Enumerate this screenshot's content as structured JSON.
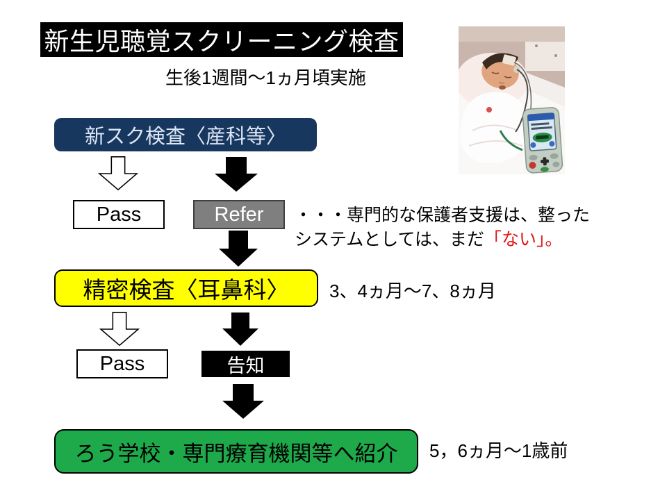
{
  "slide": {
    "title": "新生児聴覚スクリーニング検査",
    "subtitle": "生後1週間～1ヵ月頃実施"
  },
  "flow": {
    "screening_box": "新スク検査〈産科等〉",
    "pass_label_1": "Pass",
    "refer_label": "Refer",
    "note": {
      "line1": "・・・専門的な保護者支援は、整った",
      "line2_black": "システムとしては、まだ",
      "line2_red": "「ない」。"
    },
    "detailed_exam_box": "精密検査〈耳鼻科〉",
    "detailed_exam_timing": "3、4ヵ月～7、8ヵ月",
    "pass_label_2": "Pass",
    "notification_box": "告知",
    "referral_box": "ろう学校・専門療育機関等へ紹介",
    "referral_timing": "5，6ヵ月～1歳前"
  },
  "colors": {
    "title_bg": "#000000",
    "screening_box_bg": "#17375E",
    "detailed_exam_bg": "#FFFF00",
    "referral_bg": "#1EAA4B",
    "refer_bg": "#7F7F7F",
    "notification_bg": "#000000",
    "emphasis_red": "#E01616"
  },
  "icons": {
    "down_arrow_outline": "hollow block arrow pointing down",
    "down_arrow_solid": "black block arrow pointing down"
  }
}
